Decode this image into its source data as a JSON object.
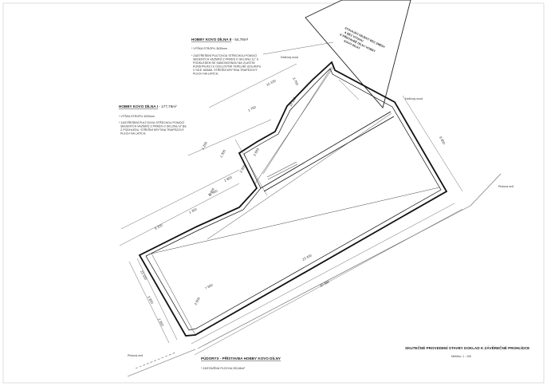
{
  "neighbor_building": {
    "lines": [
      "STÁVAJÍCÍ OBJEKT BEZ ZMĚNY",
      "A BEZ VZTAHU",
      "K PŘÍSTAVBĚ DÍLNY HOBBY",
      "KOVO DÍLNY"
    ]
  },
  "dilna2": {
    "title": "HOBBY KOVO DÍLNA II",
    "area": " - 54,76m²",
    "notes": [
      "* VÝŠKA STROPU 3630mm",
      "* ZASTŘEŠENÍ PULTOVOU STŘECHOU POMOCÍ",
      "SBIJENÝCH VAZNÍKŮ Z PRKEN O SKLONU 11° S",
      "PODKLEDEM SE SAMONOSNOU NA VLASTNÍ",
      "KONSTRUKCI S OCELOVÝMI TEPELNĚ IZOLANTU",
      "V SÍLE 160MM. STŘEŠNÍ KRYTINA TRAPÉZOVÝ",
      "PLECH NA LATÍCH."
    ]
  },
  "dilna1": {
    "title": "HOBBY KOVO DÍLNA I",
    "area": " - 177,79m²",
    "notes": [
      "* VÝŠKA STROPU 4030mm",
      "* ZASTŘEŠENÍ PULTOVOU STŘECHOU POMOCÍ",
      "SBIJENÝCH VAZNÍKŮ Z PRKEN O SKLONU 8° BE",
      "Z PODHLEDU. STŘEŠNÍ KRYTINA TRAPÉZOVÝ",
      "PLECH NA LATÍCH."
    ]
  },
  "labels": {
    "odvod_a": "Dešťový svod",
    "odvod_b": "Dešťový svod",
    "plot_a": "Plotová zeď",
    "plot_b": "Plotová zeď"
  },
  "dimensions": [
    "10 100",
    "10 100",
    "2 800",
    "11 400",
    "8 200",
    "1 300",
    "23 400",
    "2 000",
    "1 300",
    "2 400",
    "8 800",
    "20 380",
    "23 500",
    "3 800",
    "2 350",
    "1 200",
    "3 750",
    "1 750",
    "2 600",
    "7 650",
    "3 650"
  ],
  "plan": {
    "title": "PŮDORYS - PŘÍSTAVBA HOBBY KOVO DÍLNY",
    "area_note": "* ZASTAVĚNÁ PLOCHA 253,66m²"
  },
  "doc": {
    "title": "SKUTEČNÉ PROVEDENÍ STAVBY DOKLAD K ZÁVĚREČNÉ PROHLÍDCE",
    "scale": "Měřítko: 1 : 100"
  }
}
